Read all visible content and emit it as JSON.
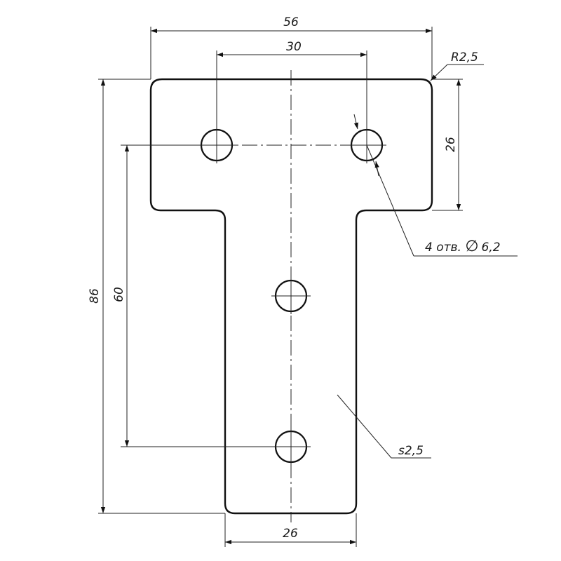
{
  "drawing": {
    "dimensions": {
      "overall_width": "56",
      "hole_spacing_top": "30",
      "corner_radius": "R2,5",
      "top_height": "26",
      "overall_height": "86",
      "hole_spacing_vertical": "60",
      "stem_width": "26"
    },
    "callouts": {
      "holes": "4 отв. ",
      "hole_diameter_symbol": "∅",
      "hole_diameter": "6,2",
      "thickness": "s2,5"
    }
  }
}
